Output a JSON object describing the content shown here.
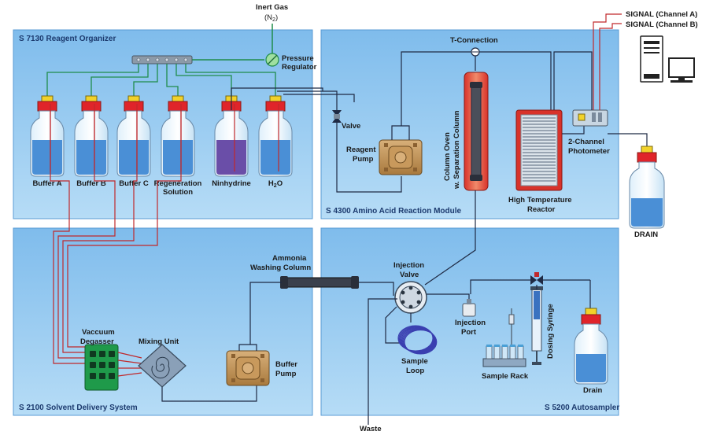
{
  "modules": {
    "reagent_organizer": "S 7130 Reagent Organizer",
    "reaction_module": "S 4300 Amino Acid Reaction Module",
    "solvent_delivery": "S 2100 Solvent Delivery System",
    "autosampler": "S 5200 Autosampler"
  },
  "labels": {
    "inert_gas": "Inert Gas",
    "inert_gas_formula": "(N",
    "inert_gas_sub": "2",
    "inert_gas_close": ")",
    "pressure_regulator_1": "Pressure",
    "pressure_regulator_2": "Regulator",
    "valve": "Valve",
    "reagent_pump_1": "Reagent",
    "reagent_pump_2": "Pump",
    "t_connection": "T-Connection",
    "column_oven_1": "Column Oven",
    "column_oven_2": "w. Separation Column",
    "reactor_1": "High Temperature",
    "reactor_2": "Reactor",
    "photometer_1": "2-Channel",
    "photometer_2": "Photometer",
    "signal_a": "SIGNAL (Channel A)",
    "signal_b": "SIGNAL (Channel B)",
    "drain_top": "DRAIN",
    "ammonia_1": "Ammonia",
    "ammonia_2": "Washing Column",
    "degasser_1": "Vaccuum",
    "degasser_2": "Degasser",
    "mixing_unit": "Mixing Unit",
    "buffer_pump_1": "Buffer",
    "buffer_pump_2": "Pump",
    "injection_valve_1": "Injection",
    "injection_valve_2": "Valve",
    "sample_loop_1": "Sample",
    "sample_loop_2": "Loop",
    "injection_port_1": "Injection",
    "injection_port_2": "Port",
    "sample_rack": "Sample Rack",
    "dosing_syringe": "Dosing Syringe",
    "drain_bottom": "Drain",
    "waste": "Waste"
  },
  "bottles": [
    {
      "label": "Buffer A",
      "fill": "#4a8fd6"
    },
    {
      "label": "Buffer B",
      "fill": "#4a8fd6"
    },
    {
      "label": "Buffer C",
      "fill": "#4a8fd6"
    },
    {
      "label": "Regeneration",
      "label2": "Solution",
      "fill": "#4a8fd6"
    },
    {
      "label": "Ninhydrine",
      "fill": "#6a4ea8"
    },
    {
      "label": "H",
      "sub": "2",
      "label_end": "O",
      "fill": "#4a8fd6"
    }
  ],
  "colors": {
    "panel": "#9fcdf0",
    "line_red": "#c0282b",
    "line_green": "#1f8c4a",
    "line_dark": "#1f2a44",
    "cap_red": "#e0242a"
  }
}
